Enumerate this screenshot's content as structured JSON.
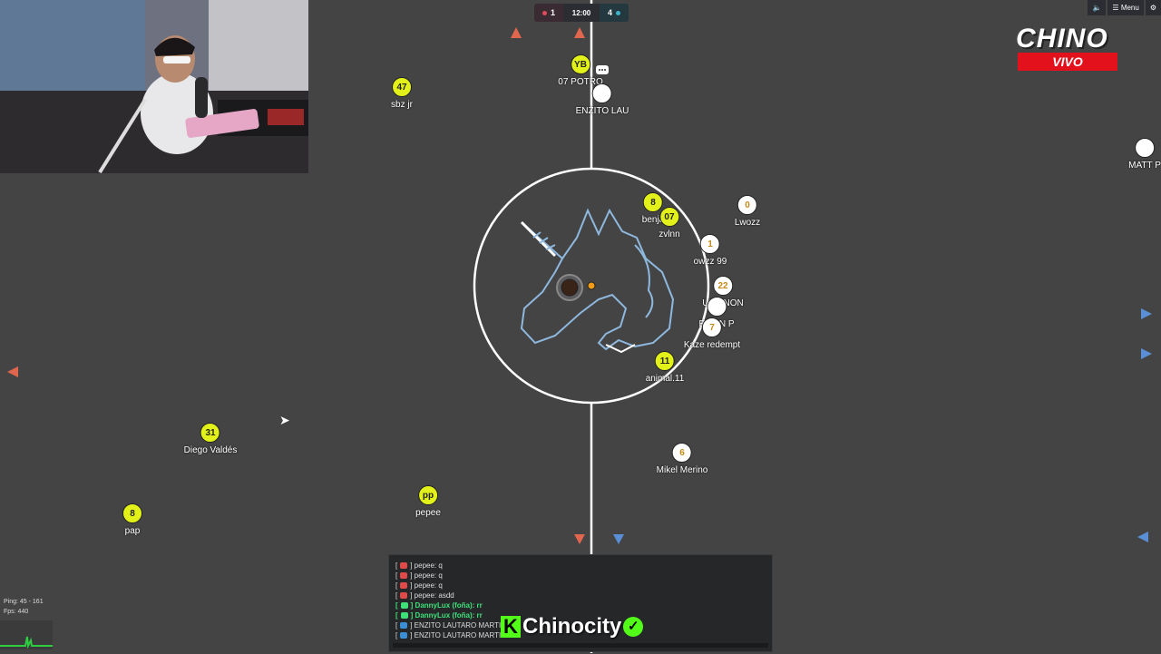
{
  "scoreboard": {
    "red_score": "1",
    "time": "12:00",
    "blue_score": "4"
  },
  "controls": {
    "menu_label": "☰ Menu"
  },
  "logo": {
    "line1": "CHINO",
    "line2": "VIVO"
  },
  "players": [
    {
      "id": "p-yb",
      "team": "red",
      "number": "YB",
      "name": "07 POTRO"
    },
    {
      "id": "p-enzito",
      "team": "blue",
      "number": "",
      "name": "ENZITO LAU"
    },
    {
      "id": "p-sbz",
      "team": "red",
      "number": "47",
      "name": "sbz jr"
    },
    {
      "id": "p-matt",
      "team": "blue",
      "number": "",
      "name": "MATT P"
    },
    {
      "id": "p-benja",
      "team": "red",
      "number": "8",
      "name": "benja"
    },
    {
      "id": "p-zvlnn",
      "team": "red",
      "number": "07",
      "name": "zvlnn"
    },
    {
      "id": "p-lwozz",
      "team": "blue",
      "number": "0",
      "name": "Lwozz"
    },
    {
      "id": "p-owzz",
      "team": "blue",
      "number": "1",
      "name": "owzz 99"
    },
    {
      "id": "p-un",
      "team": "blue",
      "number": "22",
      "name": "UN ANON"
    },
    {
      "id": "p-el",
      "team": "blue",
      "number": "",
      "name": "EL ON P"
    },
    {
      "id": "p-kaze",
      "team": "blue",
      "number": "7",
      "name": "Kaze redempt"
    },
    {
      "id": "p-animal",
      "team": "red",
      "number": "11",
      "name": "animal.11"
    },
    {
      "id": "p-mikel",
      "team": "blue",
      "number": "6",
      "name": "Mikel Merino"
    },
    {
      "id": "p-diego",
      "team": "red",
      "number": "31",
      "name": "Diego Valdés"
    },
    {
      "id": "p-pepee",
      "team": "red",
      "number": "pp",
      "name": "pepee"
    },
    {
      "id": "p-pap",
      "team": "red",
      "number": "8",
      "name": "pap"
    }
  ],
  "chat": [
    {
      "team": "red",
      "text": "] pepee: q"
    },
    {
      "team": "red",
      "text": "] pepee: q"
    },
    {
      "team": "red",
      "text": "] pepee: q"
    },
    {
      "team": "red",
      "text": "] pepee: asdd"
    },
    {
      "team": "green",
      "text": "] DannyLux (foña): rr"
    },
    {
      "team": "green",
      "text": "] DannyLux (foña): rr"
    },
    {
      "team": "blue",
      "text": "] ENZITO LAUTARO MARTINEZ"
    },
    {
      "team": "blue",
      "text": "] ENZITO LAUTARO MARTINEZ"
    }
  ],
  "brand": {
    "name": "Chinocity"
  },
  "stats": {
    "ping": "Ping: 45 - 161",
    "fps": "Fps: 440"
  },
  "colors": {
    "red_team": "#e2f11a",
    "blue_team": "#ffffff",
    "field": "#444445",
    "kick_green": "#53fc18",
    "vivo_red": "#e3111b"
  }
}
